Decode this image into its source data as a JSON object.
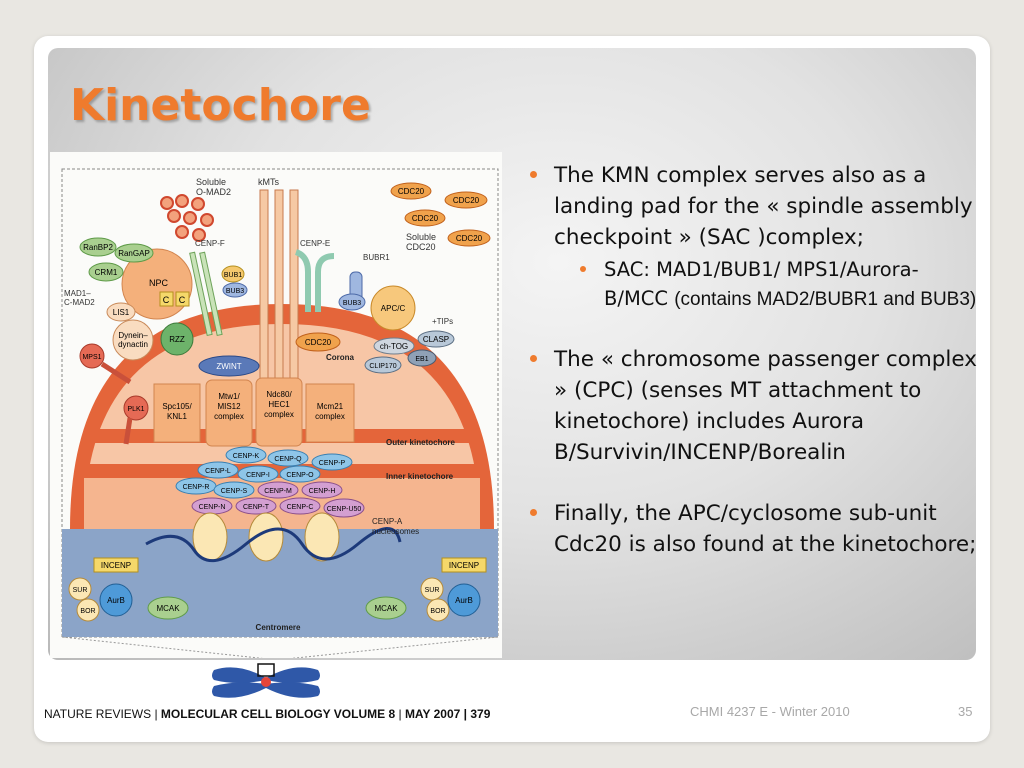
{
  "slide": {
    "title": "Kinetochore",
    "footer": "CHMI 4237 E - Winter 2010",
    "page_number": "35"
  },
  "bullets": [
    {
      "text": "The KMN complex serves also as a landing pad for the « spindle assembly checkpoint » (SAC )complex;"
    },
    {
      "text_main": "SAC: MAD1/BUB1/ MPS1/Aurora-B/MCC",
      "text_small": "(contains MAD2/BUBR1 and BUB3)"
    },
    {
      "text": "The « chromosome passenger complex » (CPC) (senses MT attachment to kinetochore) includes Aurora B/Survivin/INCENP/Borealin"
    },
    {
      "text": "Finally, the APC/cyclosome sub-unit Cdc20 is also found at the kinetochore;"
    }
  ],
  "caption": {
    "part1": "NATURE REVIEWS | ",
    "part2": "MOLECULAR CELL BIOLOGY VOLUME 8",
    "part3": " | ",
    "part4": "MAY 2007 | 379"
  },
  "colors": {
    "accent": "#ef7b2d",
    "corona": "#e46a3a",
    "inner": "#f4b089"
  },
  "diagram": {
    "soluble_omad2": "Soluble\nO-MAD2",
    "kmts": "kMTs",
    "cdc20_labels": [
      "CDC20",
      "CDC20",
      "CDC20",
      "CDC20"
    ],
    "soluble_cdc20": "Soluble\nCDC20",
    "ranbp2": "RanBP2",
    "rangap": "RanGAP",
    "crm1": "CRM1",
    "npc": "NPC",
    "cenp_f": "CENP-F",
    "cenp_e": "CENP-E",
    "bubr1": "BUBR1",
    "bub1": "BUB1",
    "bub3_a": "BUB3",
    "bub3_b": "BUB3",
    "mad1": "MAD1–\nC-MAD2",
    "lis1": "LIS1",
    "c1": "C",
    "c2": "C",
    "dynein": "Dynein–\ndynactin",
    "rzz": "RZZ",
    "apcc": "APC/C",
    "tips": "+TIPs",
    "mps1": "MPS1",
    "cdc20_corona": "CDC20",
    "chtog": "ch-TOG",
    "clasp": "CLASP",
    "clip170": "CLIP170",
    "eb1": "EB1",
    "corona": "Corona",
    "zwint": "ZWINT",
    "plk1": "PLK1",
    "spc105": "Spc105/\nKNL1",
    "mtw1": "Mtw1/\nMIS12\ncomplex",
    "ndc80": "Ndc80/\nHEC1\ncomplex",
    "mcm21": "Mcm21\ncomplex",
    "outer_kinetochore": "Outer kinetochore",
    "inner_kinetochore": "Inner kinetochore",
    "cenp": [
      "CENP-K",
      "CENP-Q",
      "CENP-P",
      "CENP-L",
      "CENP-I",
      "CENP-O",
      "CENP-R",
      "CENP-S",
      "CENP-M",
      "CENP-H",
      "CENP-N",
      "CENP-T",
      "CENP-C",
      "CENP-U50"
    ],
    "cenp_a": "CENP-A\nnucleosomes",
    "incenp_l": "INCENP",
    "incenp_r": "INCENP",
    "sur_l": "SUR",
    "sur_r": "SUR",
    "bor_l": "BOR",
    "bor_r": "BOR",
    "aurb_l": "AurB",
    "aurb_r": "AurB",
    "mcak_l": "MCAK",
    "mcak_r": "MCAK",
    "centromere": "Centromere"
  }
}
